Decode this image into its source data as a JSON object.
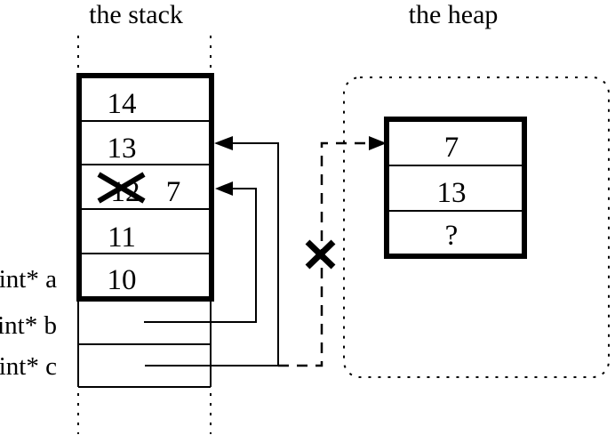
{
  "titles": {
    "stack": "the stack",
    "heap": "the heap"
  },
  "stack": {
    "cells": [
      {
        "value": "14"
      },
      {
        "value": "13"
      },
      {
        "old_value": "12",
        "new_value": "7",
        "old_value_crossed_out": true
      },
      {
        "value": "11"
      },
      {
        "value": "10"
      }
    ],
    "variables": [
      {
        "label": "int* a"
      },
      {
        "label": "int* b"
      },
      {
        "label": "int* c"
      }
    ]
  },
  "heap": {
    "cells": [
      "7",
      "13",
      "?"
    ]
  },
  "pointers": {
    "b_arrow_target": "stack cell with crossed-out 12, now 7",
    "c_arrow_target": "stack cell 13",
    "dashed_arrow_target": "heap block",
    "dashed_arrow_crossed_out": true
  },
  "colors": {
    "ink": "#000000",
    "background": "#ffffff"
  }
}
